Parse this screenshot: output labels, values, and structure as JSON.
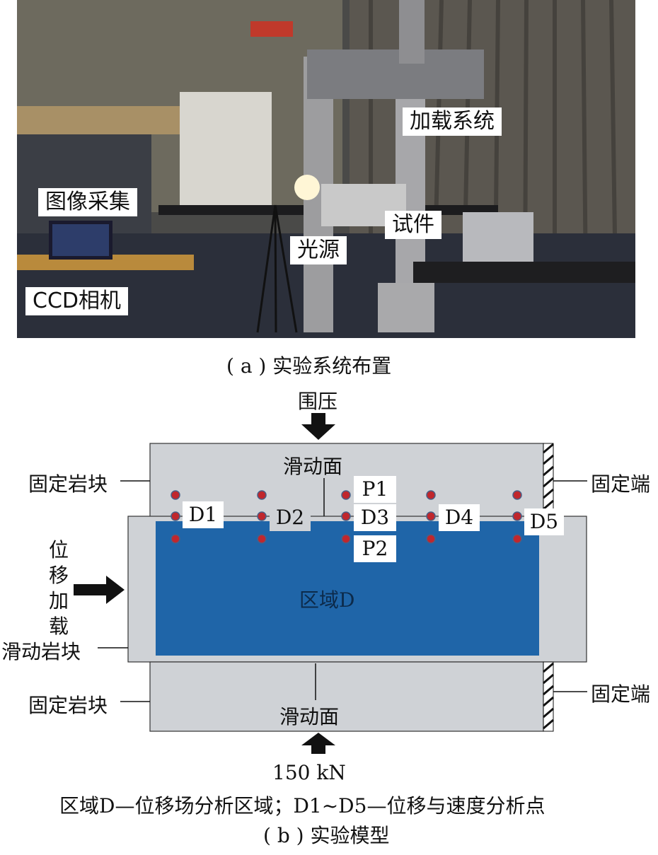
{
  "photo": {
    "labels": {
      "loading_system": "加载系统",
      "image_acquisition": "图像采集",
      "specimen": "试件",
      "light_source": "光源",
      "ccd_camera": "CCD相机"
    },
    "caption": "( a ) 实验系统布置"
  },
  "diagram": {
    "confining_pressure": "围压",
    "sliding_surface_top": "滑动面",
    "sliding_surface_bottom": "滑动面",
    "fixed_block_top": "固定岩块",
    "fixed_block_bottom": "固定岩块",
    "fixed_end_top": "固定端",
    "fixed_end_bottom": "固定端",
    "displacement_loading": [
      "位",
      "移",
      "加",
      "载"
    ],
    "sliding_block": "滑动岩块",
    "region": "区域D",
    "load": "150 kN",
    "points": [
      "D1",
      "D2",
      "D3",
      "D4",
      "D5"
    ],
    "p_points": [
      "P1",
      "P2"
    ],
    "colors": {
      "block_gray": "#cfd2d6",
      "region_blue": "#1f65a8",
      "dot_red": "#c0272d",
      "arrow": "#111111"
    }
  },
  "note": "区域D—位移场分析区域；D1~D5—位移与速度分析点",
  "caption_b": "( b ) 实验模型"
}
